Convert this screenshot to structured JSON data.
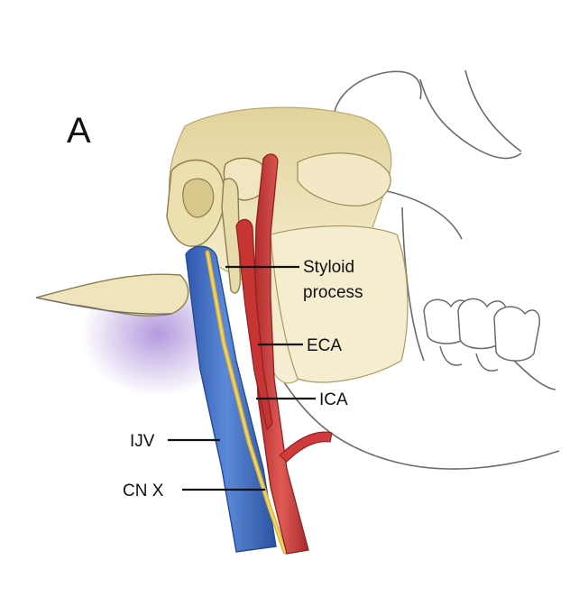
{
  "figure": {
    "panel_letter": "A",
    "labels": {
      "styloid_line1": "Styloid",
      "styloid_line2": "process",
      "eca": "ECA",
      "ica": "ICA",
      "ijv": "IJV",
      "cn_x": "CN X"
    }
  },
  "colors": {
    "bone": "#efe4bb",
    "bone_shadow": "#d7c88f",
    "vein": "#3f6fc8",
    "vein_light": "#7ea3e3",
    "artery": "#cf3a3a",
    "artery_dark": "#9e2626",
    "nerve": "#e2c24a",
    "soft_tissue": "#a98ad6"
  }
}
